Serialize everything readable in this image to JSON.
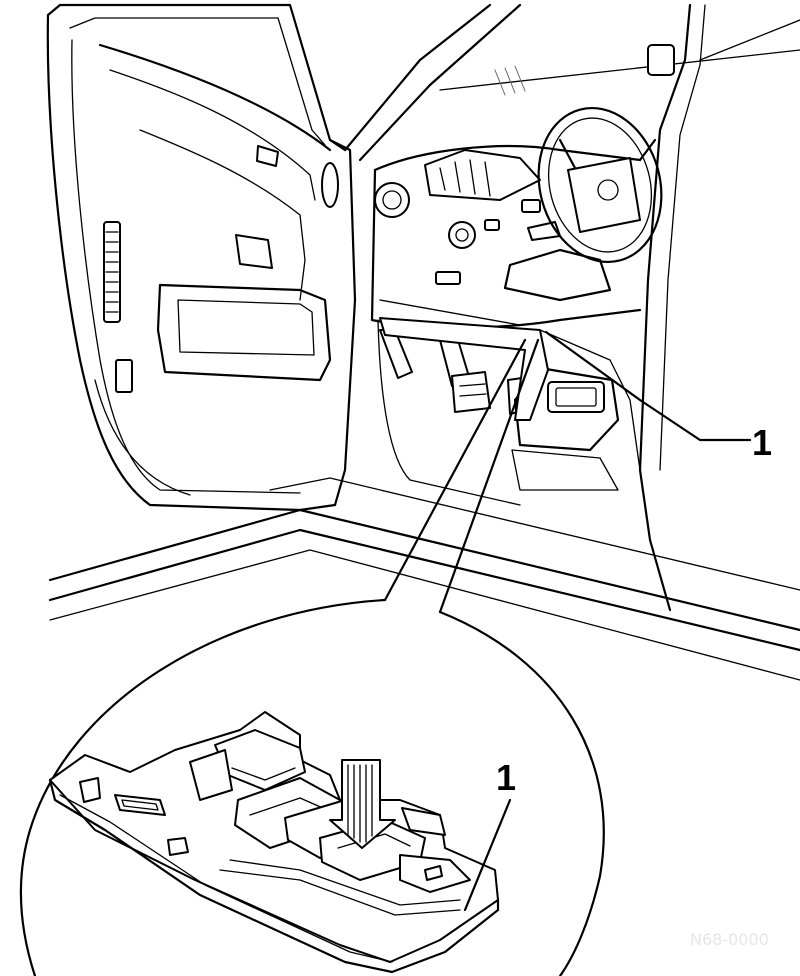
{
  "figure": {
    "callouts": [
      {
        "id": "overview",
        "label": "1"
      },
      {
        "id": "detail",
        "label": "1"
      }
    ],
    "watermark": "N68-0000",
    "line_color": "#000000",
    "background_color": "#ffffff",
    "icons": [
      "car-interior-illustration",
      "steering-wheel",
      "detail-magnifier-circle",
      "footwell-panel",
      "push-arrow"
    ]
  }
}
